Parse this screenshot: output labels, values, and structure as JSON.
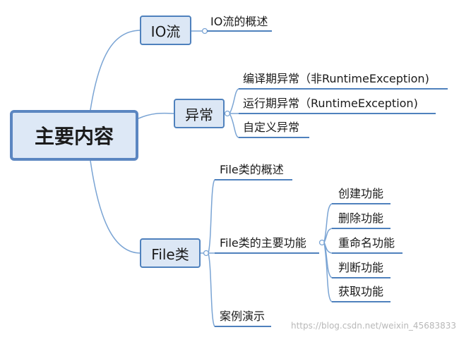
{
  "root": {
    "label": "主要内容"
  },
  "branches": {
    "io": {
      "label": "IO流",
      "children": [
        "IO流的概述"
      ]
    },
    "exception": {
      "label": "异常",
      "children": [
        "编译期异常（非RuntimeException)",
        "运行期异常（RuntimeException)",
        "自定义异常"
      ]
    },
    "file": {
      "label": "File类",
      "children": [
        "File类的概述",
        "File类的主要功能",
        "案例演示"
      ],
      "functions": [
        "创建功能",
        "删除功能",
        "重命名功能",
        "判断功能",
        "获取功能"
      ]
    }
  },
  "watermark": "https://blog.csdn.net/weixin_45683833",
  "colors": {
    "line": "#7aa4d4",
    "underline": "#4f81bd",
    "node_fill": "#dce7f5",
    "node_border": "#4f81bd"
  }
}
